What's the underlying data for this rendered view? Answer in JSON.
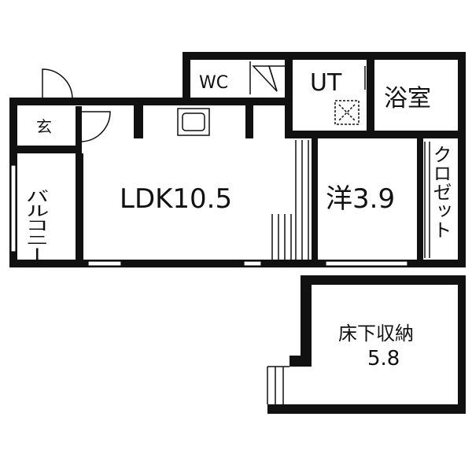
{
  "rooms": {
    "wc": "WC",
    "ut": "UT",
    "bath": "浴室",
    "entrance": "玄",
    "balcony": "バルコニー",
    "ldk": "LDK10.5",
    "western": "洋3.9",
    "closet": "クロゼット",
    "underfloor_line1": "床下収納",
    "underfloor_line2": "5.8"
  },
  "colors": {
    "wall": "#111111",
    "background": "#ffffff"
  }
}
